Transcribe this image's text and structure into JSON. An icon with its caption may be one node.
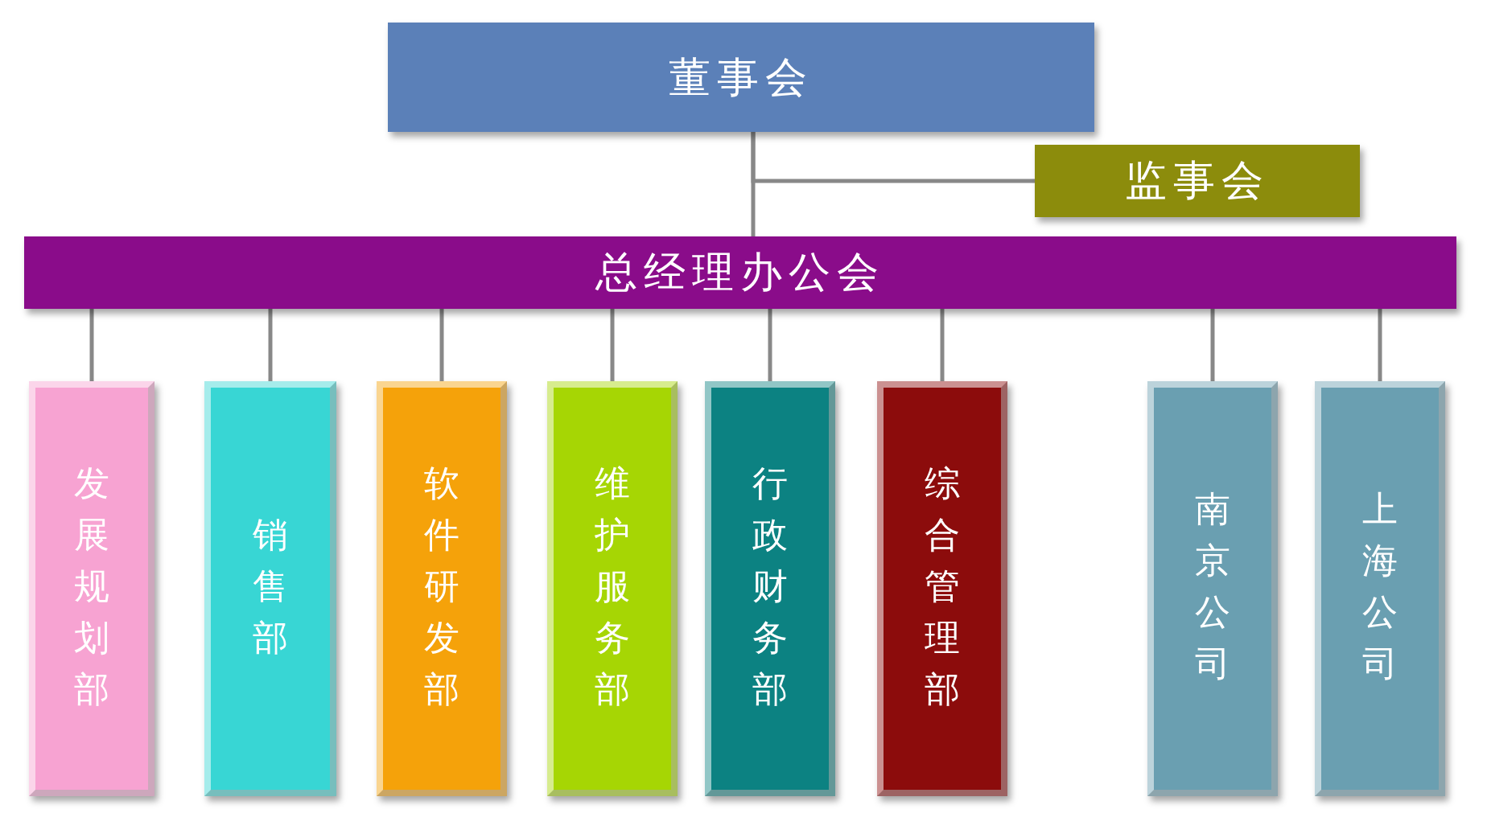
{
  "diagram": {
    "nodes": [
      {
        "text": [
          "董事会"
        ]
      },
      {
        "text": [
          "监事会"
        ]
      },
      {
        "text": [
          "总经理办公会"
        ]
      },
      {
        "text": [
          "发展规划部"
        ]
      },
      {
        "text": [
          "销售部"
        ]
      },
      {
        "text": [
          "软件研发部"
        ]
      },
      {
        "text": [
          "维护服务部"
        ]
      },
      {
        "text": [
          "行政财务部"
        ]
      },
      {
        "text": [
          "综合管理部"
        ]
      },
      {
        "text": [
          "南京公司"
        ]
      },
      {
        "text": [
          "上海公司"
        ]
      }
    ],
    "edges": [
      {
        "from": 0,
        "to": 2,
        "arrow": "none"
      },
      {
        "from": 0,
        "to": 1,
        "arrow": "none"
      },
      {
        "from": 2,
        "to": 3,
        "arrow": "none"
      },
      {
        "from": 2,
        "to": 4,
        "arrow": "none"
      },
      {
        "from": 2,
        "to": 5,
        "arrow": "none"
      },
      {
        "from": 2,
        "to": 6,
        "arrow": "none"
      },
      {
        "from": 2,
        "to": 7,
        "arrow": "none"
      },
      {
        "from": 2,
        "to": 8,
        "arrow": "none"
      },
      {
        "from": 2,
        "to": 9,
        "arrow": "none"
      },
      {
        "from": 2,
        "to": 10,
        "arrow": "none"
      }
    ]
  }
}
